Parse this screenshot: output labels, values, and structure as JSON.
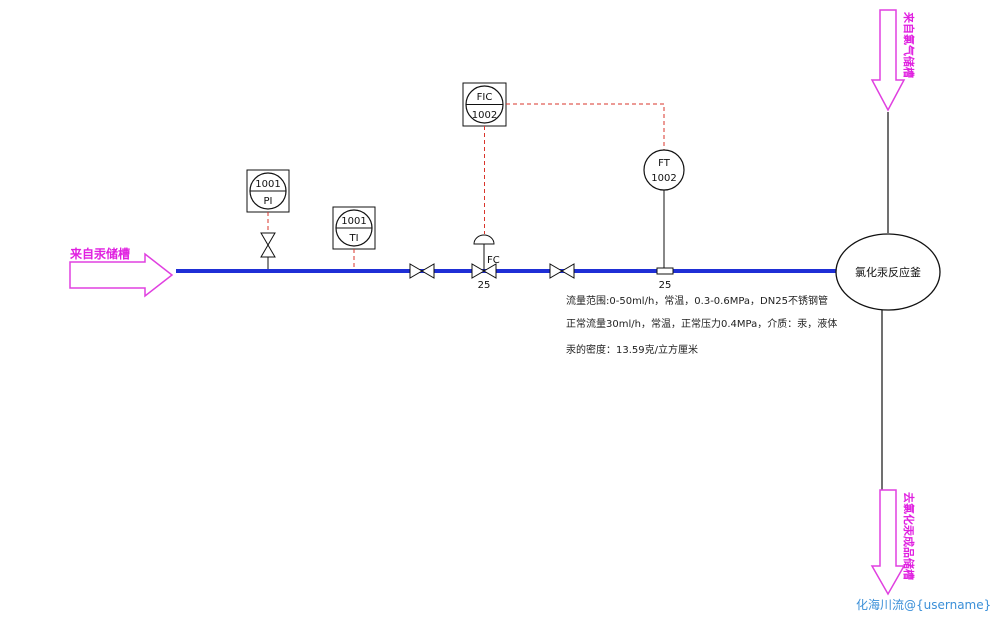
{
  "labels": {
    "inlet_mercury": "来自汞储槽",
    "inlet_chlorine": "来自氯气储槽",
    "outlet_product": "去氯化汞成品储槽",
    "reactor": "氯化汞反应釜"
  },
  "instruments": {
    "pi": {
      "tag": "1001",
      "type": "PI"
    },
    "ti": {
      "tag": "1001",
      "type": "TI"
    },
    "fic": {
      "type": "FIC",
      "tag": "1002"
    },
    "ft": {
      "type": "FT",
      "tag": "1002"
    }
  },
  "valve_labels": {
    "fc": "FC",
    "control_size": "25",
    "meter_size": "25"
  },
  "notes": {
    "line1": "流量范围:0-50ml/h，常温，0.3-0.6MPa，DN25不锈钢管",
    "line2": "正常流量30ml/h，常温，正常压力0.4MPa，介质：汞，液体",
    "line3": "汞的密度：13.59克/立方厘米"
  },
  "watermark": "化海川流@{username}",
  "colors": {
    "pipe": "#1f2fd6",
    "signal": "#d9342b",
    "arrow": "#e040e0",
    "line": "#111111"
  }
}
